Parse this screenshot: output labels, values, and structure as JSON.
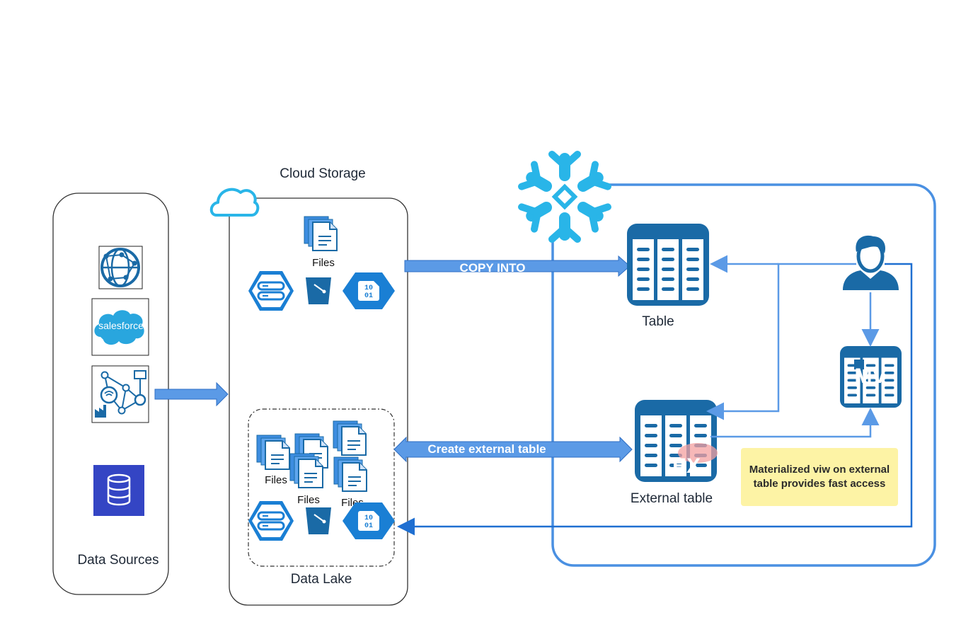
{
  "labels": {
    "cloud_storage": "Cloud Storage",
    "data_sources": "Data Sources",
    "data_lake": "Data Lake",
    "files_top": "Files",
    "files_lake_1": "Files",
    "files_lake_2": "Files",
    "files_lake_3": "Files",
    "table": "Table",
    "external_table": "External table",
    "copy_into": "COPY INTO",
    "create_external_table": "Create external table",
    "mv_badge": "MV",
    "ex_badge": "EX",
    "note": "Materialized viw on external table provides fast access"
  },
  "logos": {
    "salesforce": "salesforce",
    "binary_file_text": "10 01"
  },
  "icons": [
    "globe-network-icon",
    "salesforce-logo",
    "iot-network-icon",
    "database-icon",
    "cloud-icon",
    "files-icon",
    "blob-storage-icon",
    "bucket-icon",
    "binary-file-icon",
    "snowflake-logo",
    "table-icon",
    "external-table-icon",
    "materialized-view-icon",
    "user-icon"
  ],
  "colors": {
    "primary_blue": "#1a6aa6",
    "arrow_blue": "#5b9ae6",
    "snowflake": "#29b5e8",
    "panel_border": "#4a90e2",
    "note_bg": "#fdf3a5"
  }
}
